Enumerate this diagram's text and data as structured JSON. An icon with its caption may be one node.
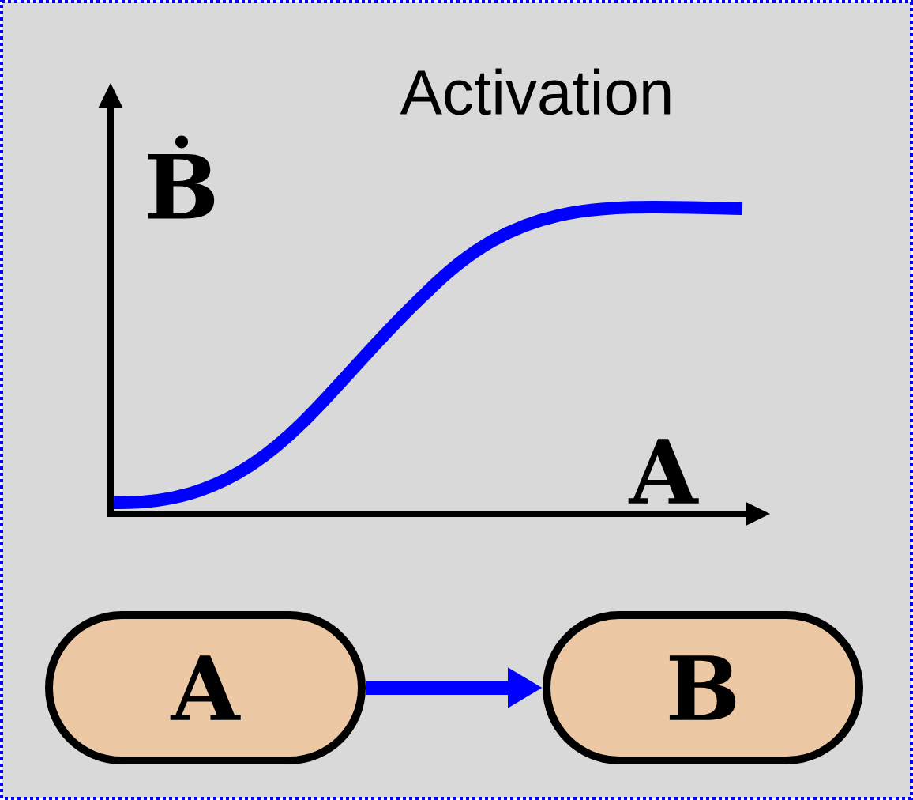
{
  "diagram": {
    "title": "Activation",
    "nodes": [
      {
        "text": [
          "A"
        ]
      },
      {
        "text": [
          "B"
        ]
      }
    ],
    "edges": [
      {
        "from": 0,
        "to": 1,
        "arrow": "to"
      }
    ],
    "labels": [
      "Ḃ",
      "A"
    ]
  }
}
